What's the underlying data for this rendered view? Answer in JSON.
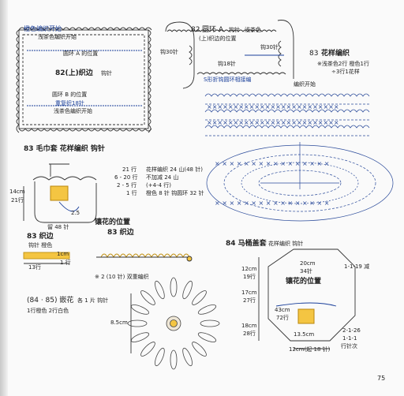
{
  "labels": {
    "top_left_orange_start": "橙色编织开始",
    "top_left_light_brown_start": "浅茶色编织开始",
    "ring_a_position": "圆环 A 的位置",
    "piece_82_upper": "82(上)织边",
    "hook_82": "钩针",
    "ring_b_position": "圆环 B 的位置",
    "ring_b_hook": "重复织18针",
    "light_brown_light_brown": "浅茶色编织开始",
    "ring_a_title_num": "82",
    "ring_a_title": "圆环 A",
    "ring_a_title_hook": "钩针",
    "ring_a_color": "浅茶色",
    "ring_a_note": "(上)织边的位置",
    "hook_30": "钩30针",
    "hook_30_b": "钩30针",
    "hook_18": "钩18针",
    "s_shape": "S形折钩圆环相接编",
    "pattern_83_flower_num": "83",
    "pattern_83_flower_title": "花样编织",
    "weave_start": "编织开始",
    "flower_color_note_1": "※浅茶色2行 橙色1行",
    "flower_color_note_2": "÷3行1花样",
    "section_83_towel": "83 毛巾套  花样编织  钩针",
    "dim_14cm": "14cm",
    "dim_21rows": "21行",
    "dim_25": "2.5",
    "dim_48": "留 48 针",
    "rows_table": [
      {
        "rows": "21 行",
        "desc": "花样编织 24 山(48 针)"
      },
      {
        "rows": "6 - 20 行",
        "desc": "不加减 24 山"
      },
      {
        "rows": "2 - 5 行",
        "desc": "(+4-4 行)"
      },
      {
        "rows": "1 行",
        "desc": "橙色 8 针 钩圆环 32 针"
      }
    ],
    "border_83_left": "83  织边",
    "border_83_hook": "钩针  橙色",
    "dim_1cm": "1cm",
    "dim_13rows": "13行",
    "dim_1rows": "1 行",
    "flower_pos_label": "镶花的位置",
    "border_83_mid": "83 织边",
    "stitch_note": "※ 2 (10 针) 双重编织",
    "embroidery_title": "(84 · 85) 嵌花",
    "embroidery_sub": "各 1 片  钩针",
    "embroidery_note": "1行橙色 2行白色",
    "dim_85": "8.5cm",
    "lid_title": "84 马桶盖套",
    "lid_sub": "花样编织  钩针",
    "dim_20cm": "20cm",
    "dim_34": "34针",
    "dim_1_1_19": "1-1-19  减",
    "dim_12cm": "12cm",
    "dim_19rows": "19行",
    "dim_17cm": "17cm",
    "dim_27rows": "27行",
    "dim_18cm": "18cm",
    "dim_28rows": "28行",
    "flower_pos_label_2": "镶花的位置",
    "dim_43cm": "43cm",
    "dim_72": "72行",
    "dim_135": "13.5cm",
    "dim_2_1_26": "2-1-26",
    "dim_1_1_1": "1-1-1",
    "dim_inc_row": "行针次",
    "dim_12cm_bottom": "12cm(起 18 针)",
    "page_number": "75"
  }
}
